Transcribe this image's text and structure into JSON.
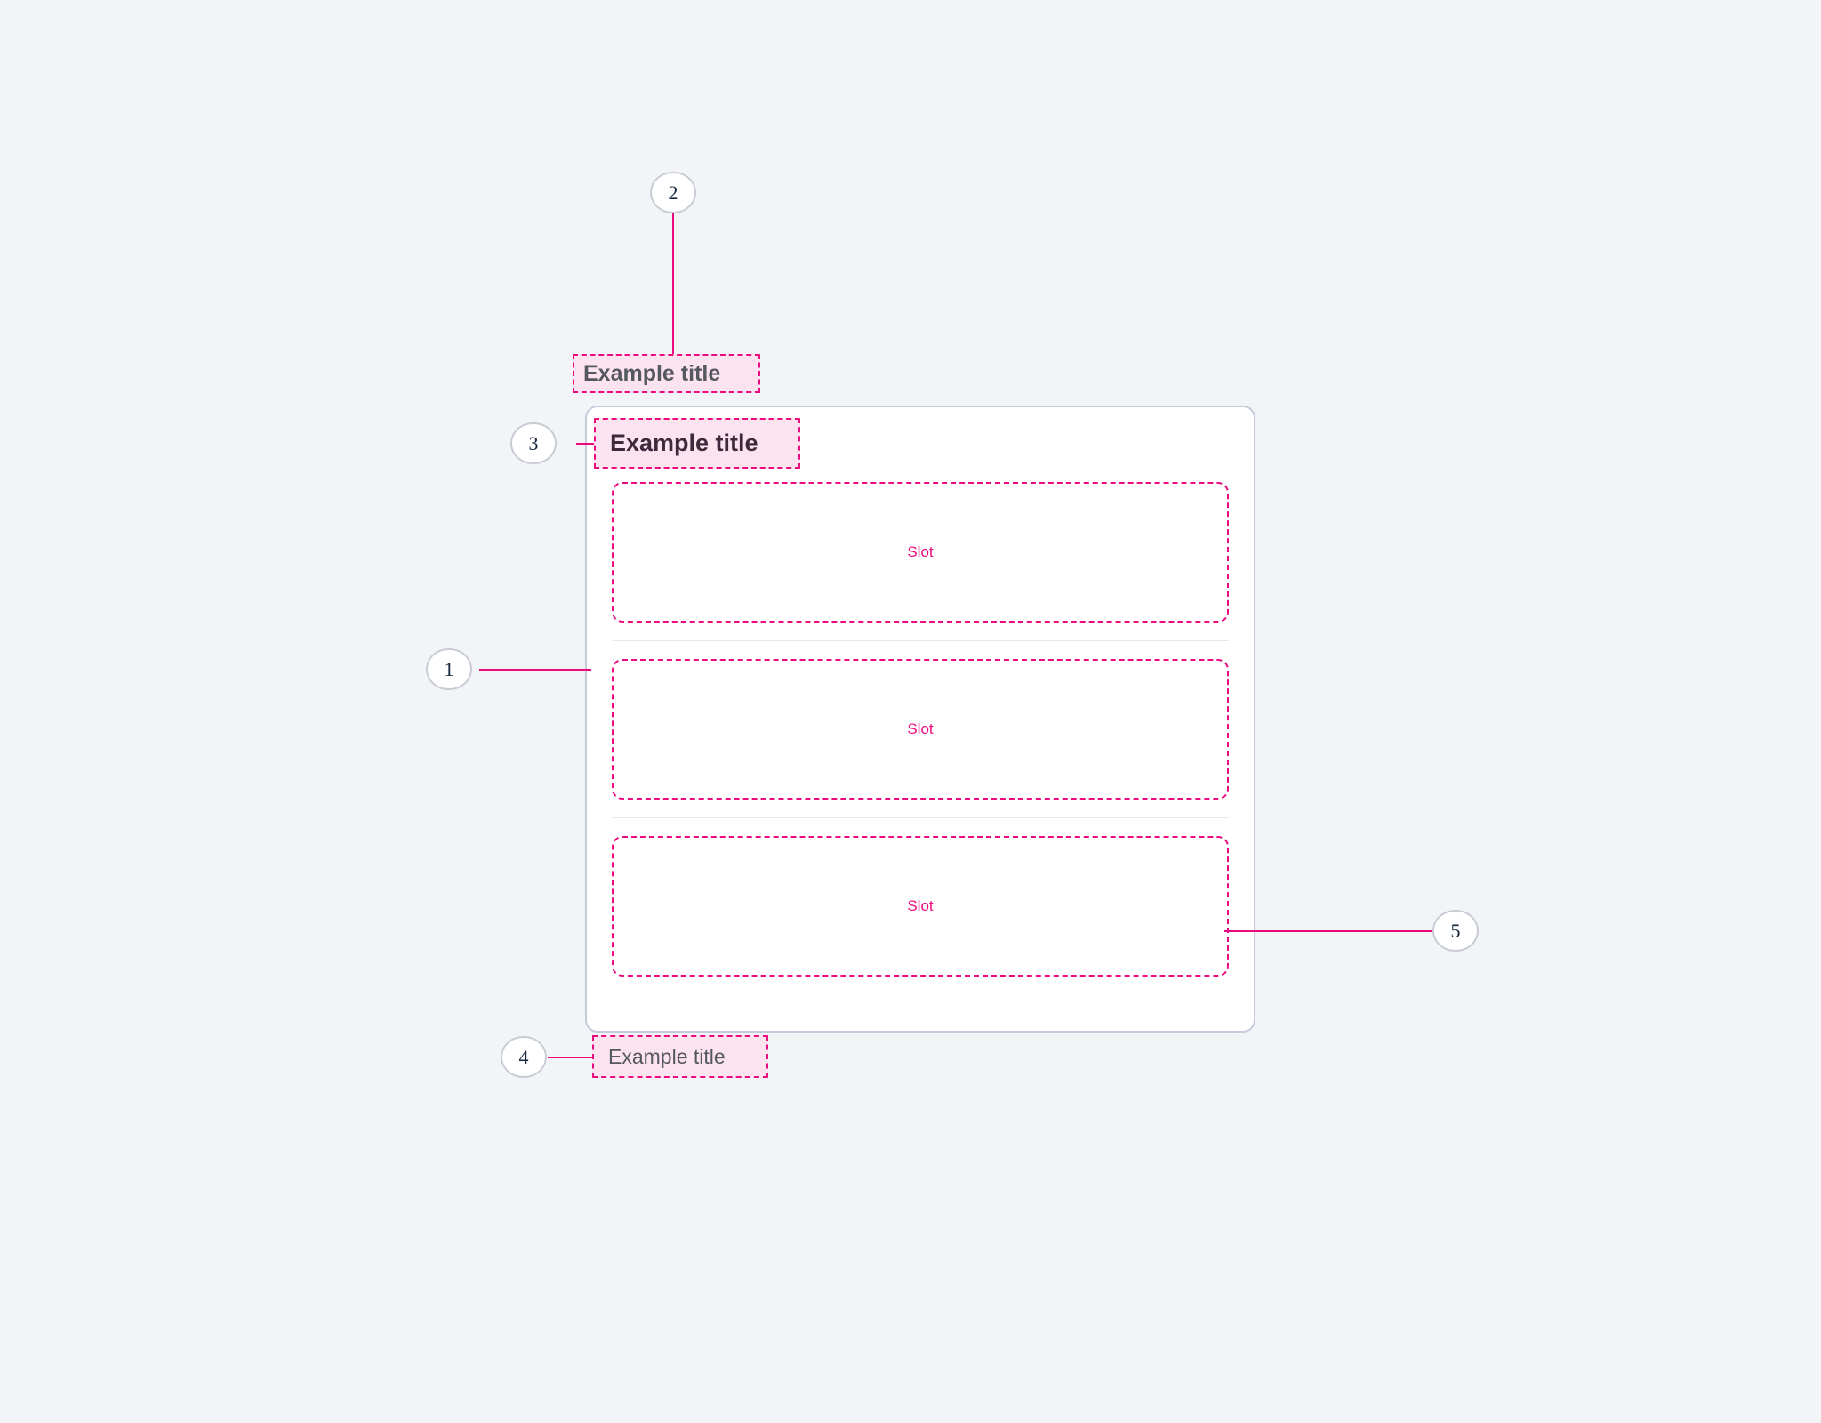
{
  "page": {
    "background_color": "#f3f4f8",
    "accent_color": "#ec0a7f",
    "highlight_color": "#fbe3f0",
    "card_border_color": "#c5cbd9",
    "marker_text_color": "#15263f"
  },
  "annotations": {
    "markers": [
      {
        "id": "1",
        "label": "1",
        "target": "card-container"
      },
      {
        "id": "2",
        "label": "2",
        "target": "standalone-title"
      },
      {
        "id": "3",
        "label": "3",
        "target": "card-title"
      },
      {
        "id": "4",
        "label": "4",
        "target": "footer-title"
      },
      {
        "id": "5",
        "label": "5",
        "target": "slot-3"
      }
    ]
  },
  "standalone_title": {
    "text": "Example title"
  },
  "card": {
    "title": "Example title",
    "slots": [
      {
        "label": "Slot"
      },
      {
        "label": "Slot"
      },
      {
        "label": "Slot"
      }
    ]
  },
  "footer_title": {
    "text": "Example title"
  }
}
